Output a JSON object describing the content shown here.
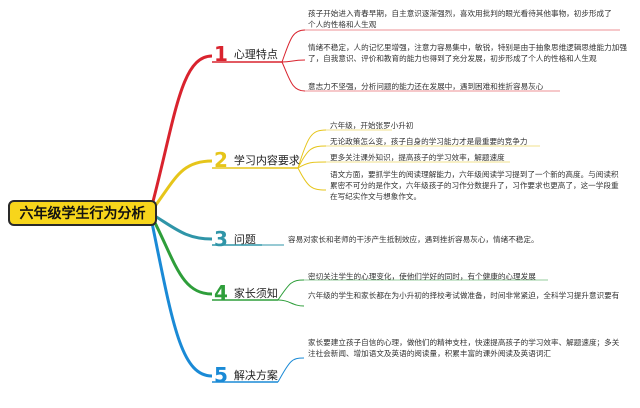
{
  "root": {
    "title": "六年级学生行为分析",
    "color": "#f7d51b"
  },
  "branches": [
    {
      "num": "1",
      "label": "心理特点",
      "color": "#d9232e",
      "leaves": [
        "孩子开始进入青春早期，自主意识逐渐强烈，喜欢用批判的眼光看待其他事物，初步形成了个人的性格和人生观",
        "情绪不稳定，人的记忆里增强，注意力容易集中，敏锐，特别是由于抽象思维逻辑思维能力加强了，自我意识、评价和教育的能力也得到了充分发展，初步形成了个人的性格和人生观",
        "意志力不坚强，分析问题的能力还在发展中，遇到困难和挫折容易灰心"
      ]
    },
    {
      "num": "2",
      "label": "学习内容要求",
      "color": "#e6c51a",
      "leaves": [
        "六年级，开始张罗小升初",
        "无论政策怎么变，孩子自身的学习能力才是最重要的竞争力",
        "更多关注课外知识，提高孩子的学习效率，解题速度",
        "语文方面，要抓学生的阅读理解能力，六年级阅读学习提到了一个新的高度。与阅读积累密不可分的是作文，六年级孩子的习作分数提升了，习作要求也更高了，这一学段重在写纪实作文与想象作文。"
      ]
    },
    {
      "num": "3",
      "label": "问题",
      "color": "#2f95a8",
      "leaves": [
        "容易对家长和老师的干涉产生抵制效应，遇到挫折容易灰心，情绪不稳定。"
      ]
    },
    {
      "num": "4",
      "label": "家长须知",
      "color": "#2e9e3a",
      "leaves": [
        "密切关注学生的心理变化，使他们学好的同时，有个健康的心理发展",
        "六年级的学生和家长都在为小升初的择校考试做准备，时间非常紧迫，全科学习提升意识要有"
      ]
    },
    {
      "num": "5",
      "label": "解决方案",
      "color": "#1a8ad6",
      "leaves": [
        "家长要建立孩子自信的心理，做他们的精神支柱，快速提高孩子的学习效率、解题速度；多关注社会新闻、增加语文及英语的阅读量，积累丰富的课外阅读及英语词汇"
      ]
    }
  ]
}
